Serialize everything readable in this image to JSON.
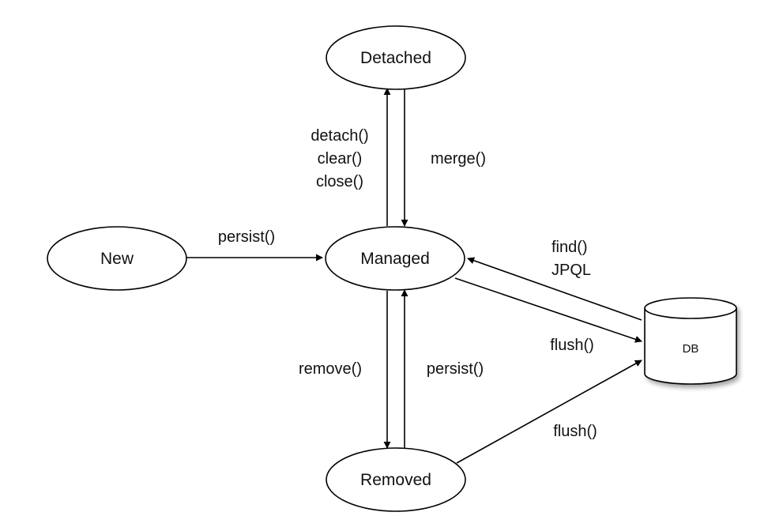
{
  "nodes": {
    "new": "New",
    "managed": "Managed",
    "detached": "Detached",
    "removed": "Removed",
    "db": "DB"
  },
  "edges": {
    "new_to_managed": "persist()",
    "managed_to_detached": [
      "detach()",
      "clear()",
      "close()"
    ],
    "detached_to_managed": "merge()",
    "db_to_managed": [
      "find()",
      "JPQL"
    ],
    "managed_to_db": "flush()",
    "managed_to_removed": "remove()",
    "removed_to_managed": "persist()",
    "removed_to_db": "flush()"
  }
}
